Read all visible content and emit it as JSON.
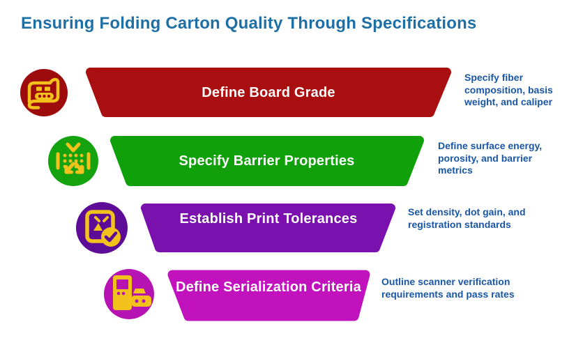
{
  "title": "Ensuring Folding Carton Quality Through Specifications",
  "palette": {
    "background": "#FFFFFF",
    "title_text": "#1E6FA5",
    "description_text": "#1956A5",
    "band_label_text": "#FFFFFF",
    "icon_glyph": "#F2C11C"
  },
  "steps": [
    {
      "label": "Define Board Grade",
      "description": "Specify fiber composition, basis weight, and caliper",
      "band_color": "#A90E10",
      "icon_circle_color": "#9E0B0D",
      "icon": "board-grade-icon"
    },
    {
      "label": "Specify Barrier Properties",
      "description": "Define surface energy, porosity, and barrier metrics",
      "band_color": "#0FA00A",
      "icon_circle_color": "#15A20F",
      "icon": "barrier-properties-icon"
    },
    {
      "label": "Establish Print Tolerances",
      "description": "Set density, dot gain, and registration standards",
      "band_color": "#7A10AE",
      "icon_circle_color": "#5C0C96",
      "icon": "print-tolerances-icon"
    },
    {
      "label": "Define Serialization Criteria",
      "description": "Outline scanner verification requirements and pass rates",
      "band_color": "#C112BE",
      "icon_circle_color": "#B514B3",
      "icon": "serialization-icon"
    }
  ]
}
